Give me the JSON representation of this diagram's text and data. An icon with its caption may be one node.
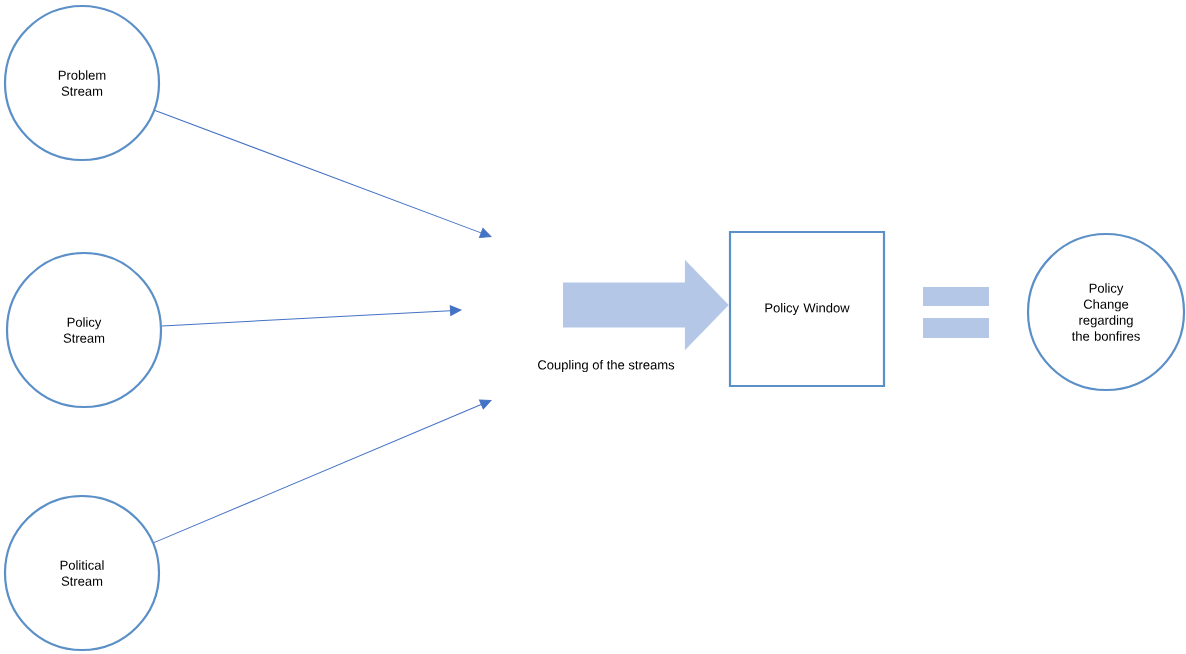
{
  "diagram": {
    "nodes": [
      {
        "text": [
          "Problem Stream"
        ]
      },
      {
        "text": [
          "Policy Stream"
        ]
      },
      {
        "text": [
          "Political Stream"
        ]
      },
      {
        "text": [
          "Policy Window"
        ]
      },
      {
        "text": [
          "Policy Change regarding the bonfires"
        ]
      }
    ],
    "edges": [
      {
        "from": 0,
        "to": null,
        "arrow": "to"
      },
      {
        "from": 1,
        "to": null,
        "arrow": "to"
      },
      {
        "from": 2,
        "to": null,
        "arrow": "to"
      },
      {
        "from": null,
        "to": 3,
        "arrow": "to",
        "style": "thick",
        "color": "#b4c7e7"
      }
    ],
    "labels": [
      "Coupling of the streams"
    ]
  }
}
